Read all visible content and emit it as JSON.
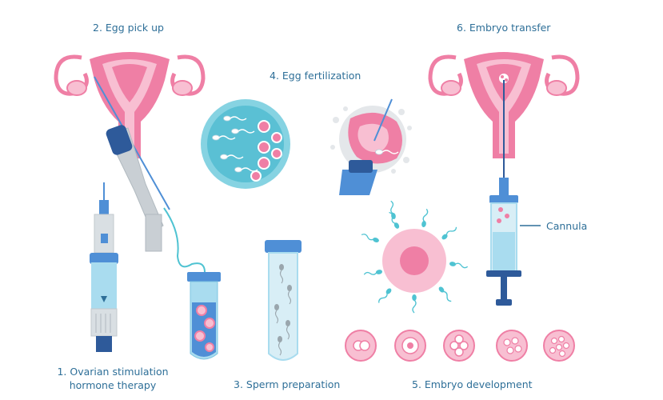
{
  "labels": {
    "step1_line1": "1. Ovarian stimulation",
    "step1_line2": "hormone therapy",
    "step2": "2. Egg pick up",
    "step3": "3. Sperm preparation",
    "step4": "4. Egg fertilization",
    "step5": "5. Embryo development",
    "step6": "6. Embryo transfer",
    "cannula": "Cannula"
  },
  "colors": {
    "label_text": "#2e6f98",
    "pink": "#ef7fa5",
    "light_pink": "#f8bfd2",
    "blue": "#4f8fd6",
    "light_blue": "#a9dcef",
    "teal": "#4fc3d2"
  },
  "icons": [
    "syringe-pen-icon",
    "uterus-icon",
    "ultrasound-probe-icon",
    "egg-tube-icon",
    "petri-dish-icon",
    "egg-injection-icon",
    "sperm-tube-icon",
    "egg-sperm-icon",
    "embryo-stages-icon",
    "uterus-transfer-icon",
    "catheter-syringe-icon"
  ]
}
